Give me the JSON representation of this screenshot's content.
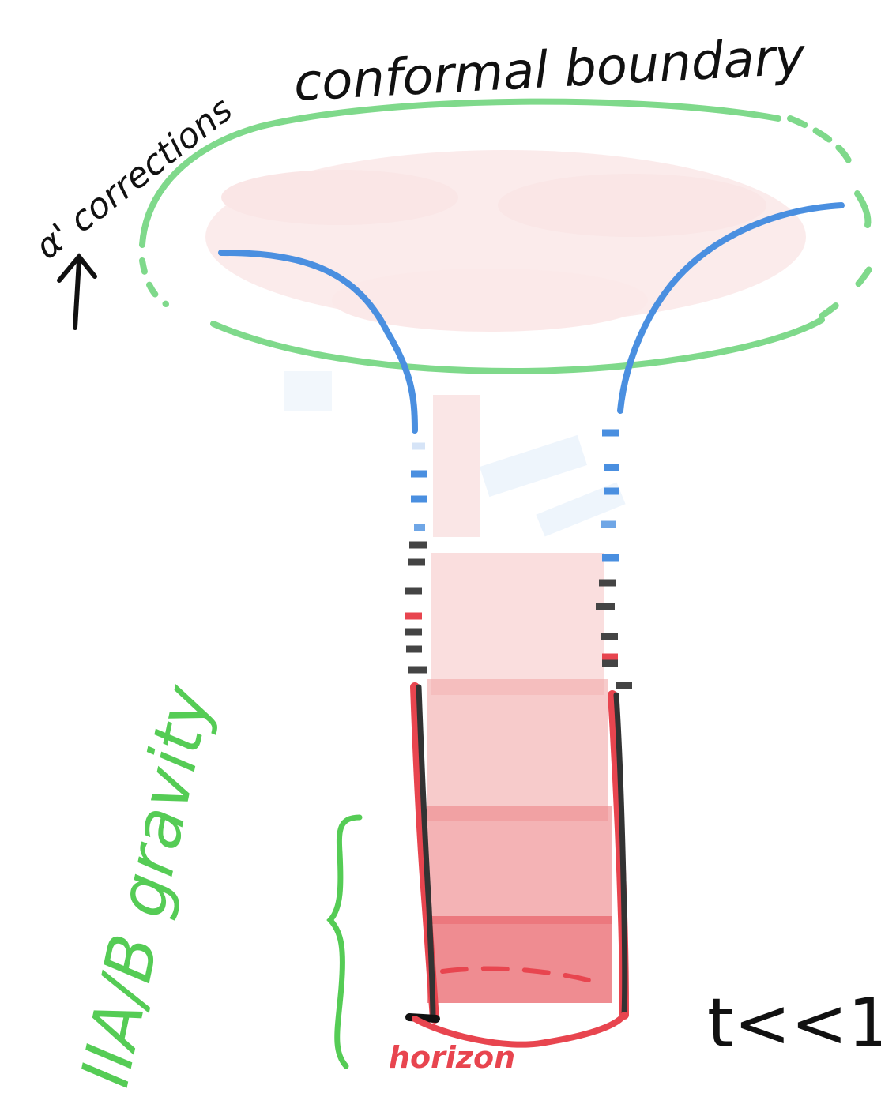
{
  "labels": {
    "title": "conformal boundary",
    "alpha_corrections": "α' corrections",
    "gravity": "IIA/B gravity",
    "horizon": "horizon",
    "regime": "t<<1"
  },
  "colors": {
    "boundary_green": "#7fd98b",
    "throat_blue": "#4a8fe0",
    "horizon_red": "#e8454f",
    "fill_pink": "#f7c8c8",
    "ink_black": "#111111",
    "gravity_green": "#55cc55",
    "dash_gray": "#444444"
  }
}
